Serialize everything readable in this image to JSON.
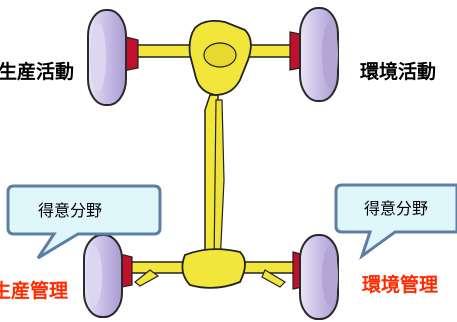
{
  "labels": {
    "top_left": "生産活動",
    "top_right": "環境活動",
    "bottom_left": "生産管理",
    "bottom_right": "環境管理"
  },
  "bubbles": {
    "left": "得意分野",
    "right": "得意分野"
  },
  "colors": {
    "tire": "#cfc6ea",
    "tire_outline": "#2a2a2a",
    "hub_red": "#c0102a",
    "axle_yellow": "#f2e63a",
    "bubble_fill": "#dff6fb",
    "bubble_border": "#5d7fa3",
    "label_red": "#ff2a00"
  }
}
